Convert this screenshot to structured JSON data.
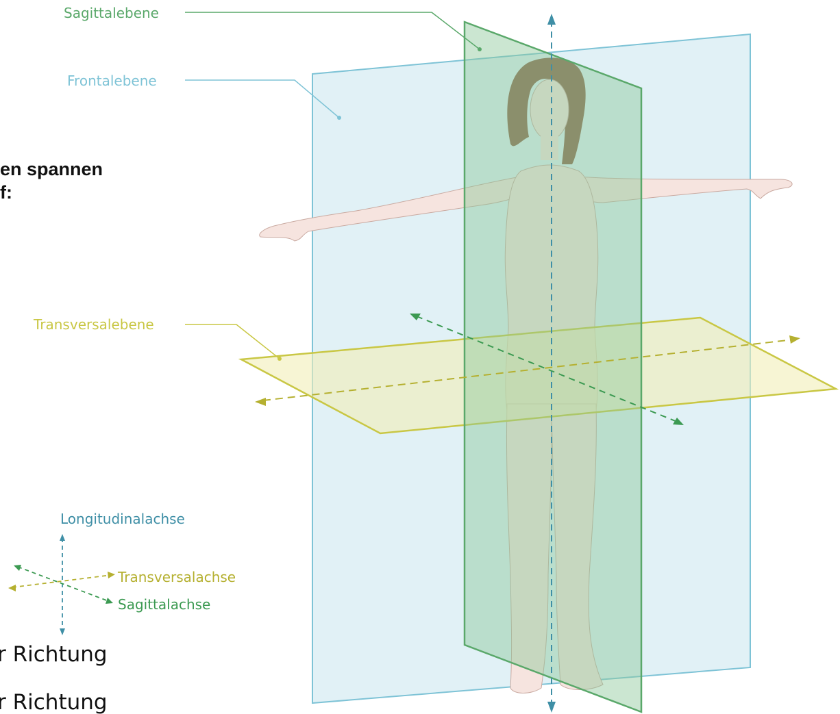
{
  "colors": {
    "sagittal": "#5aa86a",
    "frontal": "#7ec3d6",
    "transversal": "#c9c744",
    "skin": "#f6e4df",
    "hair": "#8a6248",
    "text": "#111111"
  },
  "planes": {
    "sagittal": "Sagittalebene",
    "frontal": "Frontalebene",
    "transversal": "Transversalebene"
  },
  "axes": {
    "longitudinal": "Longitudinalachse",
    "transversal": "Transversalachse",
    "sagittal": "Sagittalachse"
  },
  "left_text": {
    "line1": "en spannen",
    "line2": "f:",
    "line3": "r Richtung",
    "line4": "r Richtung"
  }
}
